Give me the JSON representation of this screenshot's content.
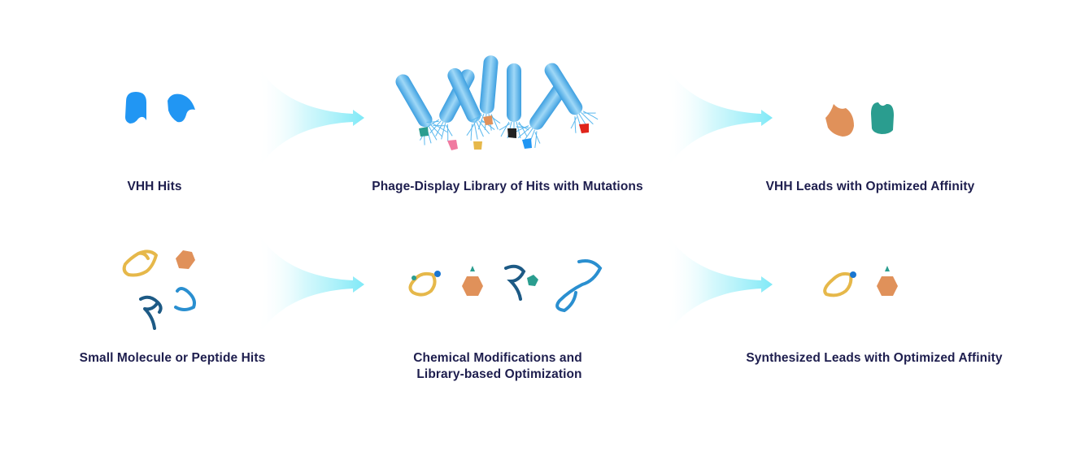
{
  "labels": {
    "vhh_hits": "VHH Hits",
    "phage_library": "Phage-Display Library of Hits with Mutations",
    "vhh_leads": "VHH Leads with Optimized Affinity",
    "small_molecule_hits": "Small Molecule or Peptide Hits",
    "chem_mod_line1": "Chemical Modifications and",
    "chem_mod_line2": "Library-based Optimization",
    "synth_leads": "Synthesized Leads with Optimized Affinity"
  },
  "colors": {
    "text": "#1e1e4e",
    "vhh_blue": "#2196f3",
    "phage_blue": "#5ab8ee",
    "arrow_cyan": "#7fe9f7",
    "orange": "#e0915a",
    "teal": "#2a9d8f",
    "yellow": "#e6b84a",
    "dark_blue": "#1d5a85",
    "mid_blue": "#2a8fd0",
    "pink": "#f07aa0",
    "black": "#222222",
    "red": "#e0251b"
  },
  "icons": [
    "vhh-hit-icon",
    "phage-icon",
    "arrow-icon",
    "peptide-loop-icon",
    "hexagon-molecule-icon"
  ]
}
